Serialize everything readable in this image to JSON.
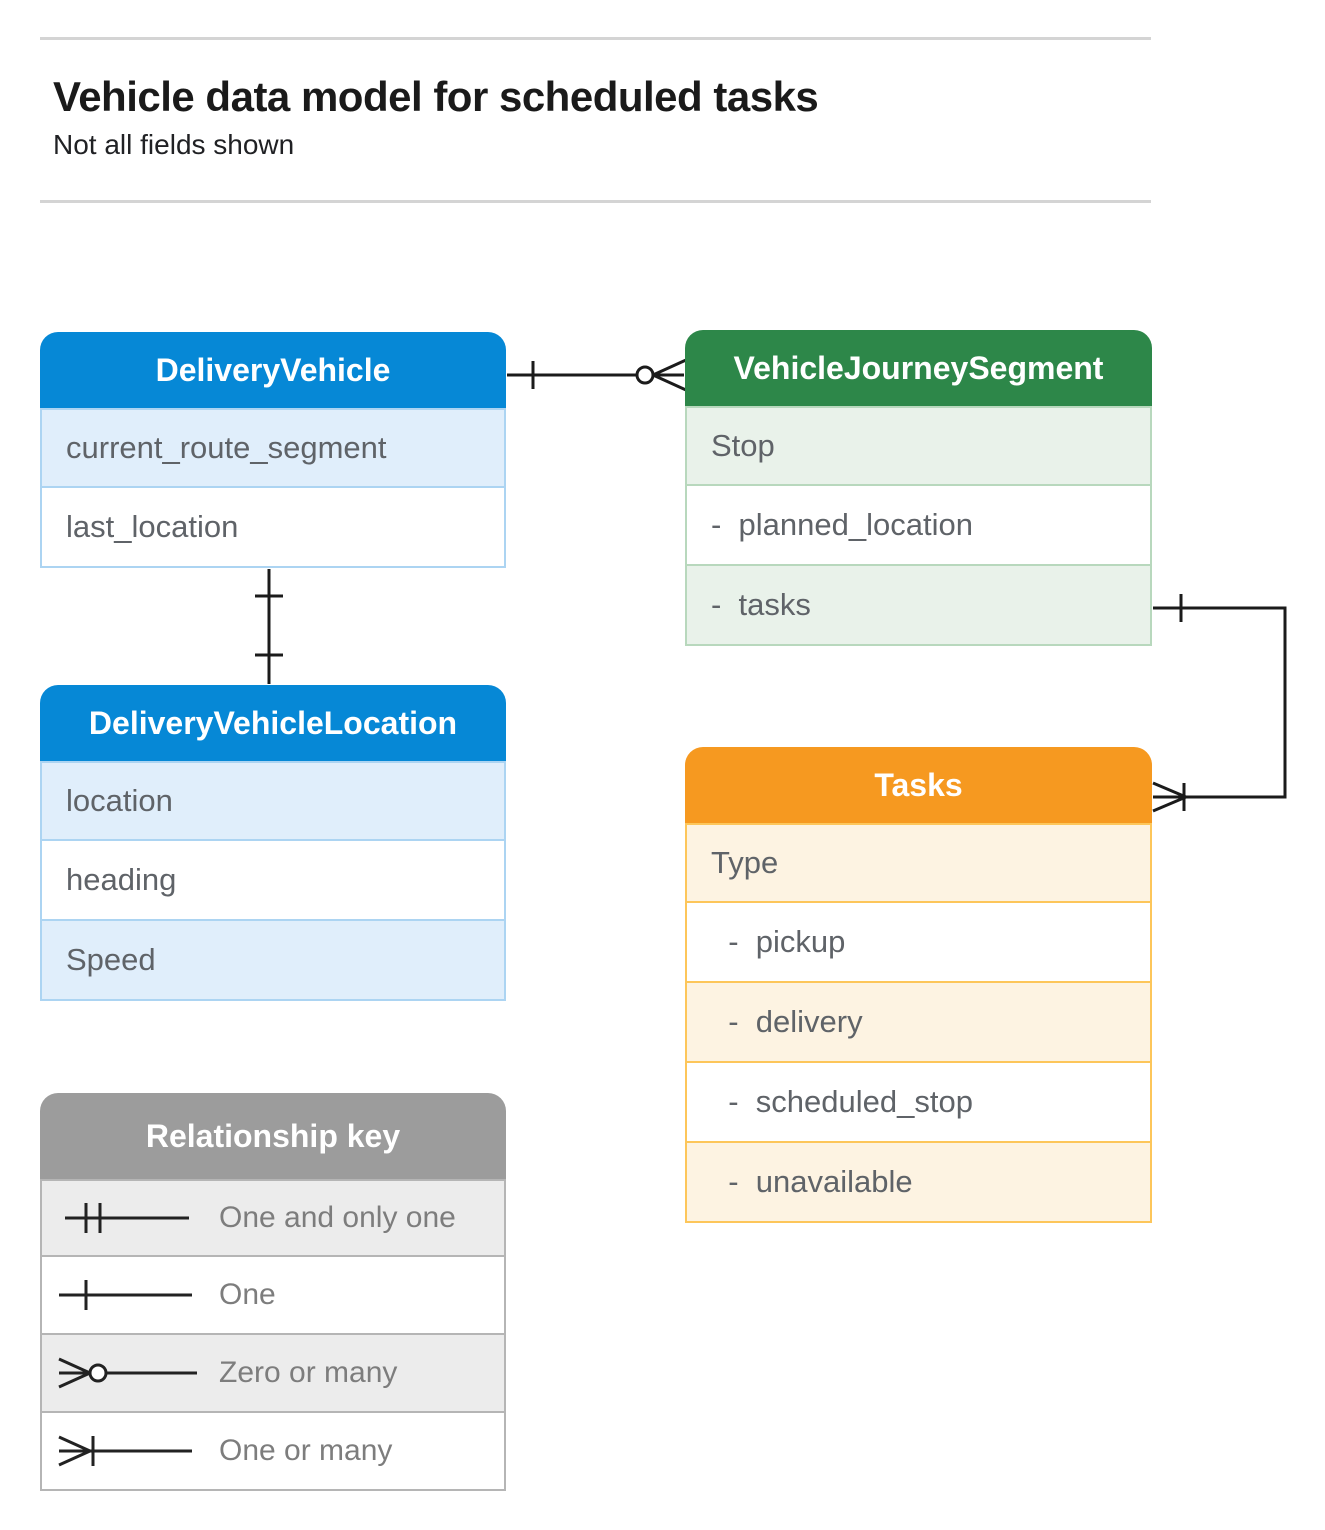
{
  "page": {
    "title": "Vehicle data model for scheduled tasks",
    "subtitle": "Not all fields shown"
  },
  "entities": [
    {
      "name": "DeliveryVehicle",
      "theme_color": "#0688d6",
      "rows": [
        {
          "label": "current_route_segment"
        },
        {
          "label": "last_location"
        }
      ]
    },
    {
      "name": "VehicleJourneySegment",
      "theme_color": "#2d8749",
      "rows": [
        {
          "label": "Stop"
        },
        {
          "label": "-  planned_location"
        },
        {
          "label": "-  tasks"
        }
      ]
    },
    {
      "name": "DeliveryVehicleLocation",
      "theme_color": "#0688d6",
      "rows": [
        {
          "label": "location"
        },
        {
          "label": "heading"
        },
        {
          "label": "Speed"
        }
      ]
    },
    {
      "name": "Tasks",
      "theme_color": "#f69920",
      "rows": [
        {
          "label": "Type"
        },
        {
          "label": "  -  pickup"
        },
        {
          "label": "  -  delivery"
        },
        {
          "label": "  -  scheduled_stop"
        },
        {
          "label": "  -  unavailable"
        }
      ]
    }
  ],
  "legend": {
    "title": "Relationship key",
    "items": [
      {
        "symbol": "one-and-only-one",
        "label": "One and only one"
      },
      {
        "symbol": "one",
        "label": "One"
      },
      {
        "symbol": "zero-or-many",
        "label": "Zero or many"
      },
      {
        "symbol": "one-or-many",
        "label": "One or many"
      }
    ]
  },
  "connections": [
    {
      "from": "DeliveryVehicle",
      "from_cardinality": "one",
      "to": "VehicleJourneySegment",
      "to_cardinality": "zero-or-many"
    },
    {
      "from": "DeliveryVehicle",
      "from_cardinality": "one",
      "to": "DeliveryVehicleLocation",
      "to_cardinality": "one"
    },
    {
      "from": "VehicleJourneySegment.tasks",
      "from_cardinality": "one",
      "to": "Tasks",
      "to_cardinality": "one-or-many"
    }
  ],
  "colors": {
    "blue_header": "#0688d6",
    "blue_row_tint": "#e0eefb",
    "blue_border": "#acd4f2",
    "green_header": "#2d8749",
    "green_row_tint": "#e9f2ea",
    "green_border": "#b8d8bd",
    "orange_header": "#f69920",
    "orange_row_tint": "#fdf3e2",
    "orange_border": "#fdc65a",
    "gray_header": "#9c9c9c",
    "gray_row_tint": "#ececec",
    "gray_border": "#b5b5b5",
    "connector": "#1b1b1b",
    "divider": "#d4d4d4"
  }
}
